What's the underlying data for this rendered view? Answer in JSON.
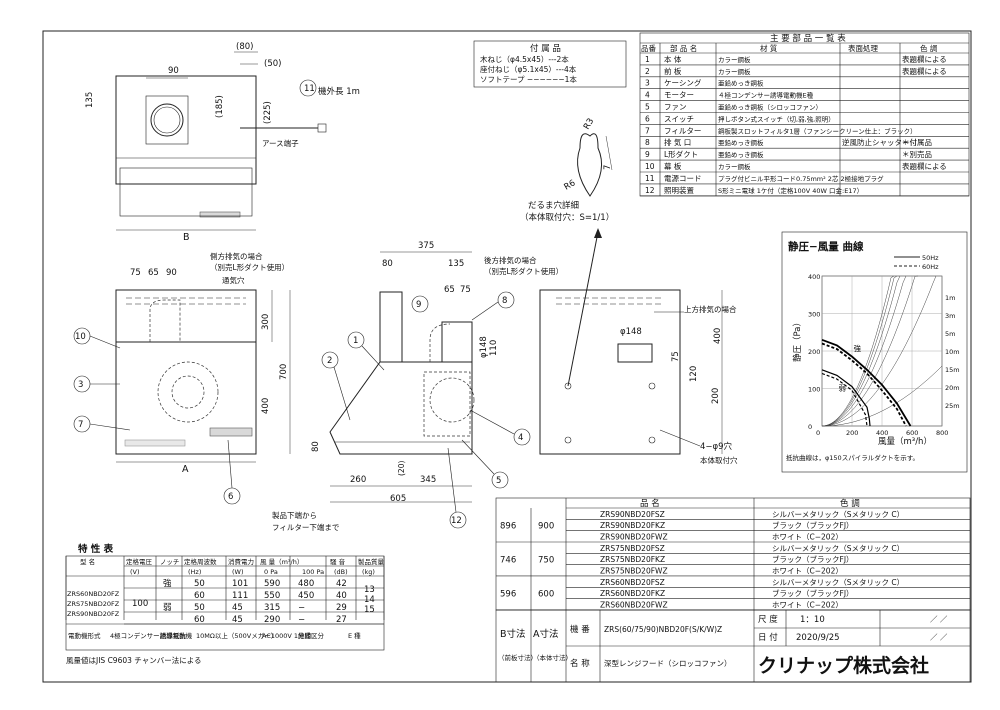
{
  "parts_supplied": {
    "title": "付 属 品",
    "items": [
      "木ねじ（φ4.5x45）---2本",
      "座付ねじ（φ5.1x45）---4本",
      "ソフトテープ −−−−−−1本"
    ]
  },
  "parts_list": {
    "title": "主 要 部 品 一 覧 表",
    "headers": [
      "品番",
      "部 品 名",
      "材 質",
      "表面処理",
      "色 調"
    ],
    "rows": [
      [
        "1",
        "本 体",
        "カラー鋼板",
        "",
        "表題欄による"
      ],
      [
        "2",
        "前 板",
        "カラー鋼板",
        "",
        "表題欄による"
      ],
      [
        "3",
        "ケーシング",
        "亜鉛めっき鋼板",
        "",
        ""
      ],
      [
        "4",
        "モーター",
        "４極コンデンサー誘導電動機E種",
        "",
        ""
      ],
      [
        "5",
        "ファン",
        "亜鉛めっき鋼板（シロッコファン）",
        "",
        ""
      ],
      [
        "6",
        "スイッチ",
        "押しボタン式スイッチ（切,弱,強,照明）",
        "",
        ""
      ],
      [
        "7",
        "フィルター",
        "鋼板製スロットフィルタ1層（ファンシークリーン仕上：ブラック）",
        "",
        ""
      ],
      [
        "8",
        "排 気 口",
        "亜鉛めっき鋼板",
        "逆風防止シャッター付",
        "＊付属品"
      ],
      [
        "9",
        "L形ダクト",
        "亜鉛めっき鋼板",
        "",
        "＊別売品"
      ],
      [
        "10",
        "幕 板",
        "カラー鋼板",
        "",
        "表題欄による"
      ],
      [
        "11",
        "電源コード",
        "プラグ付ビニル平形コード0.75mm² 2芯 2極接地プラグ",
        "",
        ""
      ],
      [
        "12",
        "照明装置",
        "S形ミニ電球 1ケ付（定格100V 40W 口金:E17）",
        "",
        ""
      ]
    ]
  },
  "detail": {
    "caption": "だるま穴詳細",
    "caption_sub": "（本体取付穴：S=1/1）",
    "r3": "R3",
    "r6": "R6",
    "d7": "7"
  },
  "top_view": {
    "dims": [
      "(80)",
      "(50)",
      "90",
      "135",
      "(185)",
      "(225)"
    ],
    "cord_label": "機外長 1m",
    "cord_num": "11",
    "earth_label": "アース端子",
    "width_label": "B"
  },
  "front_view": {
    "dims": [
      "75",
      "65",
      "90",
      "300",
      "700",
      "400",
      "A"
    ],
    "side_exhaust": "側方排気の場合",
    "side_exhaust_sub": "（別売L形ダクト使用）",
    "vent": "通気穴",
    "callouts": [
      "10",
      "3",
      "7",
      "6"
    ]
  },
  "side_view": {
    "dims": [
      "375",
      "80",
      "135",
      "65",
      "75",
      "φ148",
      "110",
      "260",
      "345",
      "605",
      "80",
      "(20)"
    ],
    "rear_exhaust": "後方排気の場合",
    "rear_exhaust_sub": "（別売L形ダクト使用）",
    "filter_note": "製品下端から",
    "filter_note2": "フィルター下端まで",
    "callouts": [
      "9",
      "8",
      "1",
      "2",
      "4",
      "5",
      "12"
    ]
  },
  "rear_view": {
    "top_exhaust": "上方排気の場合",
    "dims": [
      "φ148",
      "75",
      "120",
      "200",
      "400"
    ],
    "holes": "4−φ9穴",
    "holes_sub": "本体取付穴"
  },
  "chart_data": {
    "type": "line",
    "title": "静圧−風量 曲線",
    "xlabel": "風量（m³/h）",
    "ylabel": "静圧（Pa）",
    "xlim": [
      0,
      800
    ],
    "ylim": [
      0,
      400
    ],
    "xticks": [
      0,
      200,
      400,
      600,
      800
    ],
    "yticks": [
      0,
      100,
      200,
      300,
      400
    ],
    "legend": [
      "50Hz",
      "60Hz"
    ],
    "annotations": [
      "強",
      "弱"
    ],
    "duct_labels": [
      "25m",
      "20m",
      "15m",
      "10m",
      "5m",
      "3m",
      "1m"
    ],
    "note": "抵抗曲線は，φ150スパイラルダクトを示す。",
    "series": [
      {
        "name": "50Hz",
        "mode": "強",
        "x": [
          0,
          100,
          200,
          300,
          400,
          500,
          590
        ],
        "y": [
          230,
          215,
          185,
          150,
          110,
          60,
          0
        ]
      },
      {
        "name": "60Hz",
        "mode": "強",
        "x": [
          0,
          100,
          200,
          300,
          400,
          500,
          560
        ],
        "y": [
          220,
          205,
          175,
          140,
          95,
          45,
          0
        ]
      },
      {
        "name": "50Hz",
        "mode": "弱",
        "x": [
          0,
          100,
          200,
          300,
          315,
          320
        ],
        "y": [
          150,
          135,
          105,
          50,
          20,
          0
        ]
      },
      {
        "name": "60Hz",
        "mode": "弱",
        "x": [
          0,
          100,
          200,
          290,
          300
        ],
        "y": [
          140,
          125,
          95,
          30,
          0
        ]
      }
    ]
  },
  "models": {
    "headers": [
      "品 名",
      "色 調"
    ],
    "groups": [
      {
        "b": "896",
        "a": "900",
        "rows": [
          [
            "ZRS90NBD20FSZ",
            "シルバーメタリック（Sメタリック C）"
          ],
          [
            "ZRS90NBD20FKZ",
            "ブラック（ブラックFJ）"
          ],
          [
            "ZRS90NBD20FWZ",
            "ホワイト（C−202）"
          ]
        ]
      },
      {
        "b": "746",
        "a": "750",
        "rows": [
          [
            "ZRS75NBD20FSZ",
            "シルバーメタリック（Sメタリック C）"
          ],
          [
            "ZRS75NBD20FKZ",
            "ブラック（ブラックFJ）"
          ],
          [
            "ZRS75NBD20FWZ",
            "ホワイト（C−202）"
          ]
        ]
      },
      {
        "b": "596",
        "a": "600",
        "rows": [
          [
            "ZRS60NBD20FSZ",
            "シルバーメタリック（Sメタリック C）"
          ],
          [
            "ZRS60NBD20FKZ",
            "ブラック（ブラックFJ）"
          ],
          [
            "ZRS60NBD20FWZ",
            "ホワイト（C−202）"
          ]
        ]
      }
    ]
  },
  "title_block": {
    "b_dim": "B寸法",
    "a_dim": "A寸法",
    "b_sub": "（前板寸法）",
    "a_sub": "（本体寸法）",
    "model_label": "機 番",
    "model_value": "ZRS(60/75/90)NBD20F(S/K/W)Z",
    "scale_label": "尺 度",
    "scale_value": "1：10",
    "date_label": "日 付",
    "date_value": "2020/9/25",
    "name_label": "名 称",
    "name_value": "深型レンジフード（シロッコファン）",
    "slash": "／ ／",
    "company": "クリナップ株式会社"
  },
  "specs": {
    "title": "特 性 表",
    "headers": [
      "型 名",
      "定格電圧",
      "ノッチ",
      "定格周波数",
      "消費電力",
      "風 量（m³/h）",
      "",
      "騒 音",
      "製品質量"
    ],
    "subheaders": [
      "",
      "(V)",
      "",
      "(Hz)",
      "(W)",
      "0 Pa",
      "100 Pa",
      "(dB)",
      "(kg)"
    ],
    "models": [
      "ZRS60NBD20FZ",
      "ZRS75NBD20FZ",
      "ZRS90NBD20FZ"
    ],
    "voltage": "100",
    "rows": [
      [
        "強",
        "50",
        "101",
        "590",
        "480",
        "42"
      ],
      [
        "",
        "60",
        "111",
        "550",
        "450",
        "40"
      ],
      [
        "弱",
        "50",
        "45",
        "315",
        "−",
        "29"
      ],
      [
        "",
        "60",
        "45",
        "290",
        "−",
        "27"
      ]
    ],
    "weights": [
      "13",
      "14",
      "15"
    ],
    "footer": [
      "電動機形式",
      "4極コンデンサー誘導電動機",
      "絶縁抵抗",
      "10MΩ以上（500Vメガー）",
      "AC1000V 1分間",
      "絶縁区分",
      "E 種"
    ],
    "note": "風量値はJIS C9603 チャンバー法による"
  }
}
